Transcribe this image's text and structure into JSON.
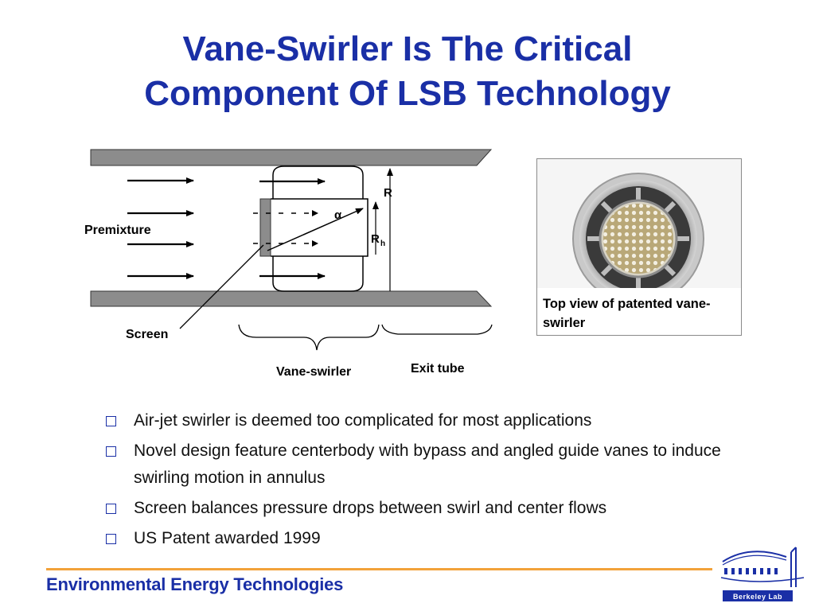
{
  "slide": {
    "title_line1": "Vane-Swirler Is The Critical",
    "title_line2": "Component Of LSB Technology"
  },
  "diagram": {
    "premixture_label": "Premixture",
    "screen_label": "Screen",
    "vane_swirler_label": "Vane-swirler",
    "exit_tube_label": "Exit tube",
    "r_label": "R",
    "rh_label": "R",
    "rh_subscript": "h",
    "alpha_label": "α"
  },
  "photo": {
    "caption": "Top view of patented vane-swirler"
  },
  "bullets": [
    "Air-jet swirler is deemed too complicated for most applications",
    "Novel design feature centerbody with bypass and angled guide vanes to induce swirling motion in annulus",
    "Screen balances pressure drops between swirl and center flows",
    "US Patent awarded 1999"
  ],
  "footer": {
    "program": "Environmental Energy Technologies",
    "logo_text": "Berkeley Lab"
  },
  "colors": {
    "title": "#1a2fa6",
    "footer_rule": "#f2a23a",
    "bullet_box": "#1a2fa6"
  }
}
